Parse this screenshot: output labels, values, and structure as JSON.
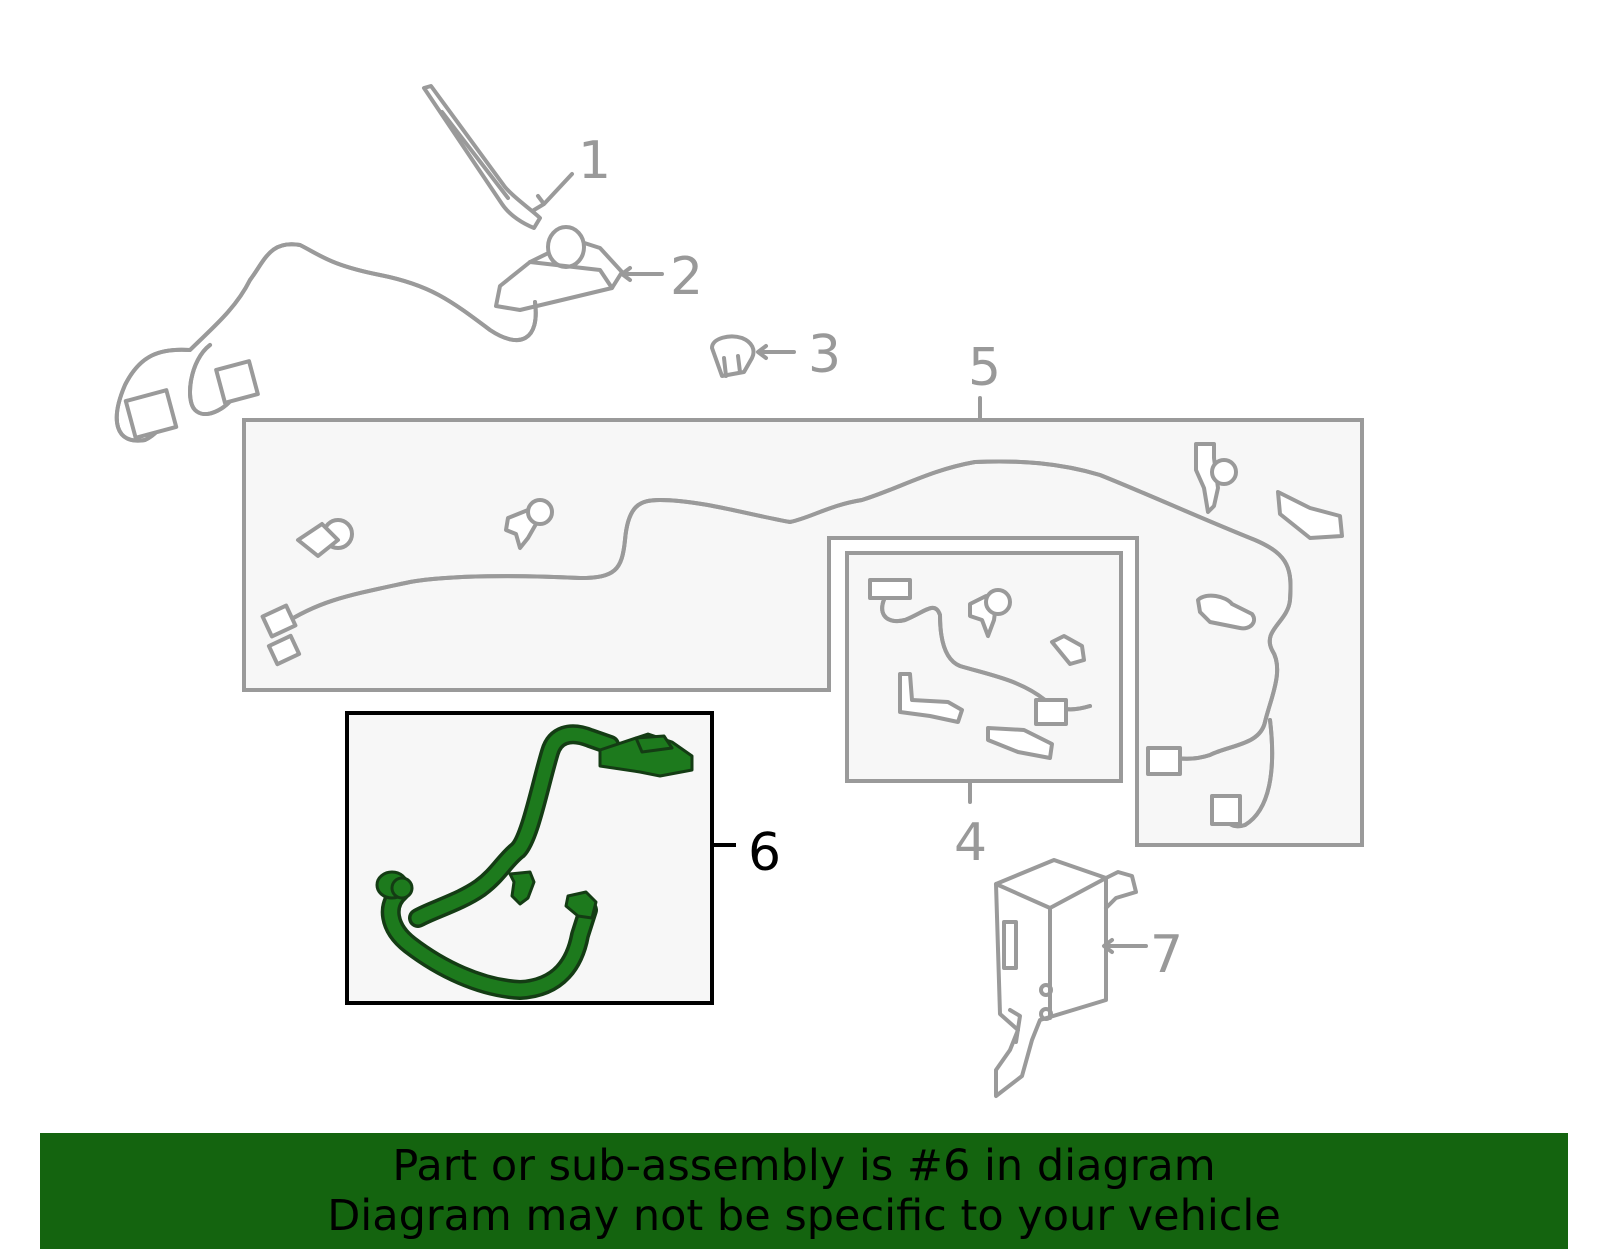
{
  "diagram": {
    "callouts": [
      "1",
      "2",
      "3",
      "4",
      "5",
      "6",
      "7"
    ],
    "selected_callout": "6",
    "colors": {
      "part_line": "#9a9a9a",
      "box_fill": "#f7f7f7",
      "selected_part": "#1d7a1d",
      "banner": "#14640f"
    }
  },
  "banner": {
    "line1": "Part or sub-assembly is #6 in diagram",
    "line2": "Diagram may not be specific to your vehicle"
  }
}
